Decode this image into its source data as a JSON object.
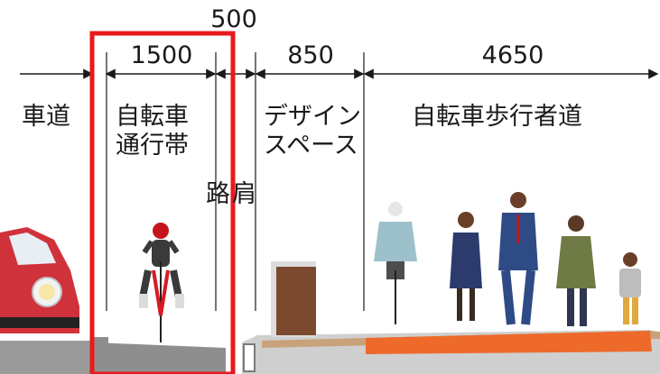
{
  "dimensions": {
    "curb": "500",
    "bike_lane": "1500",
    "design_space": "850",
    "shared_path": "4650"
  },
  "zones": {
    "roadway": "車道",
    "bike_lane_line1": "自転車",
    "bike_lane_line2": "通行帯",
    "curb_char1": "路",
    "curb_char2": "肩",
    "design_space_line1": "デザイン",
    "design_space_line2": "スペース",
    "shared_path": "自転車歩行者道"
  },
  "colors": {
    "highlight": "#e8191c",
    "path_surface": "#ee6a2a",
    "curb_gray": "#8e8e8e",
    "car_red": "#d0323c",
    "planter_brown": "#7b4a2e"
  }
}
